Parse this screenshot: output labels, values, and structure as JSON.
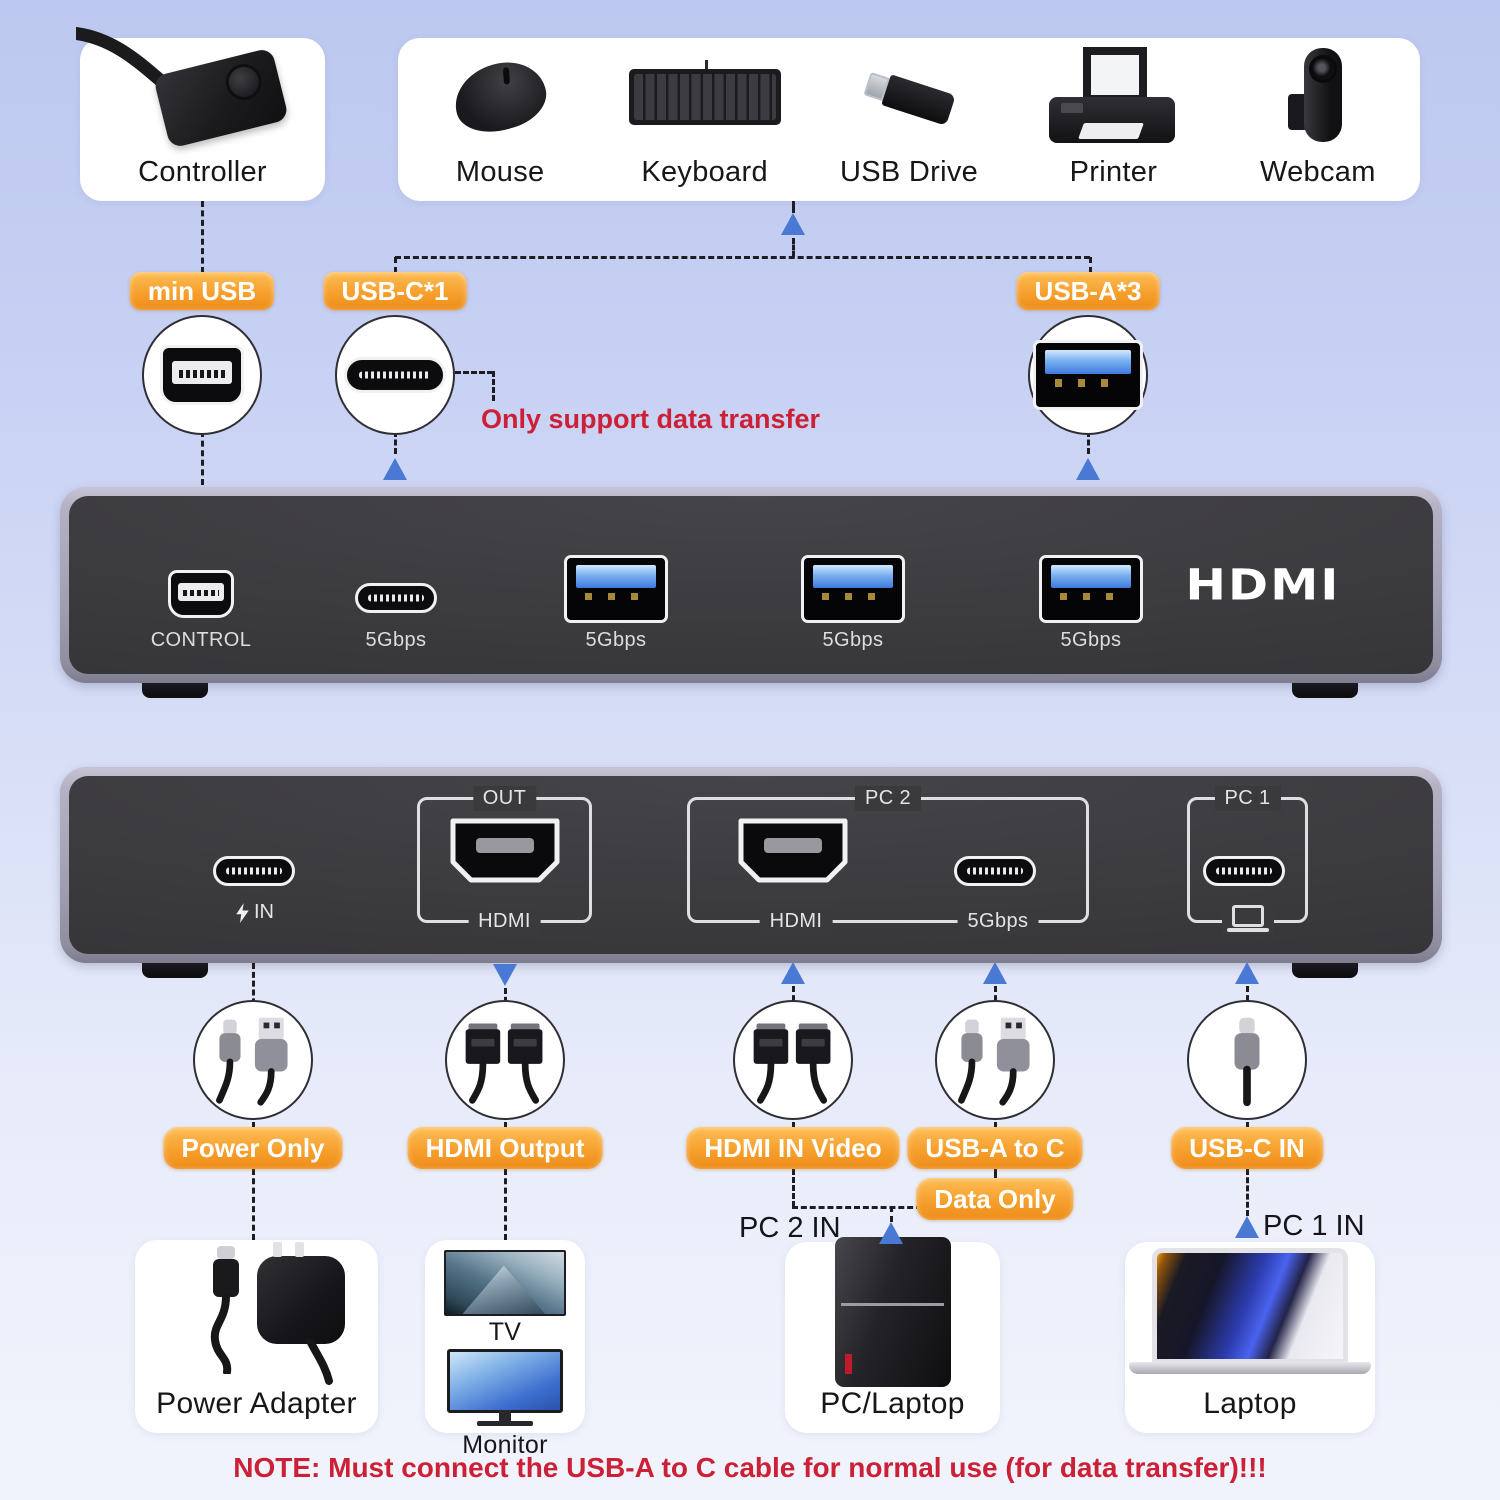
{
  "colors": {
    "accent_orange": "#f59b25",
    "arrow_blue": "#4a79d4",
    "warning_red": "#cc2036",
    "device_body": "#3a393c",
    "device_frame": "#a5a3b6",
    "usb_port_blue": "#3e7adc"
  },
  "top_cards": {
    "controller": {
      "label": "Controller"
    },
    "peripherals": {
      "labels": [
        "Mouse",
        "Keyboard",
        "USB Drive",
        "Printer",
        "Webcam"
      ]
    }
  },
  "callouts_top": {
    "min_usb": "min USB",
    "usb_c": "USB-C*1",
    "usb_a": "USB-A*3",
    "usb_c_note": "Only support data transfer"
  },
  "hub_front": {
    "control_label": "CONTROL",
    "usbc_label": "5Gbps",
    "usba_labels": [
      "5Gbps",
      "5Gbps",
      "5Gbps"
    ],
    "logo": "HDMI"
  },
  "hub_back": {
    "power_in": "IN",
    "out_group": {
      "top": "OUT",
      "bottom": "HDMI"
    },
    "pc2_group": {
      "top": "PC 2",
      "hdmi": "HDMI",
      "usbc": "5Gbps"
    },
    "pc1_group": {
      "top": "PC 1"
    }
  },
  "callouts_bottom": {
    "power": "Power Only",
    "hdmi_out": "HDMI Output",
    "hdmi_in": "HDMI IN Video",
    "usb_a_to_c": "USB-A to C",
    "usb_c_in": "USB-C IN",
    "data_only": "Data Only",
    "pc2_in": "PC 2 IN",
    "pc1_in": "PC 1 IN"
  },
  "bottom_cards": {
    "power_adapter": "Power Adapter",
    "tv": "TV",
    "monitor": "Monitor",
    "pc": "PC/Laptop",
    "laptop": "Laptop"
  },
  "note": "NOTE: Must connect the USB-A to C cable for normal use (for data transfer)!!!"
}
